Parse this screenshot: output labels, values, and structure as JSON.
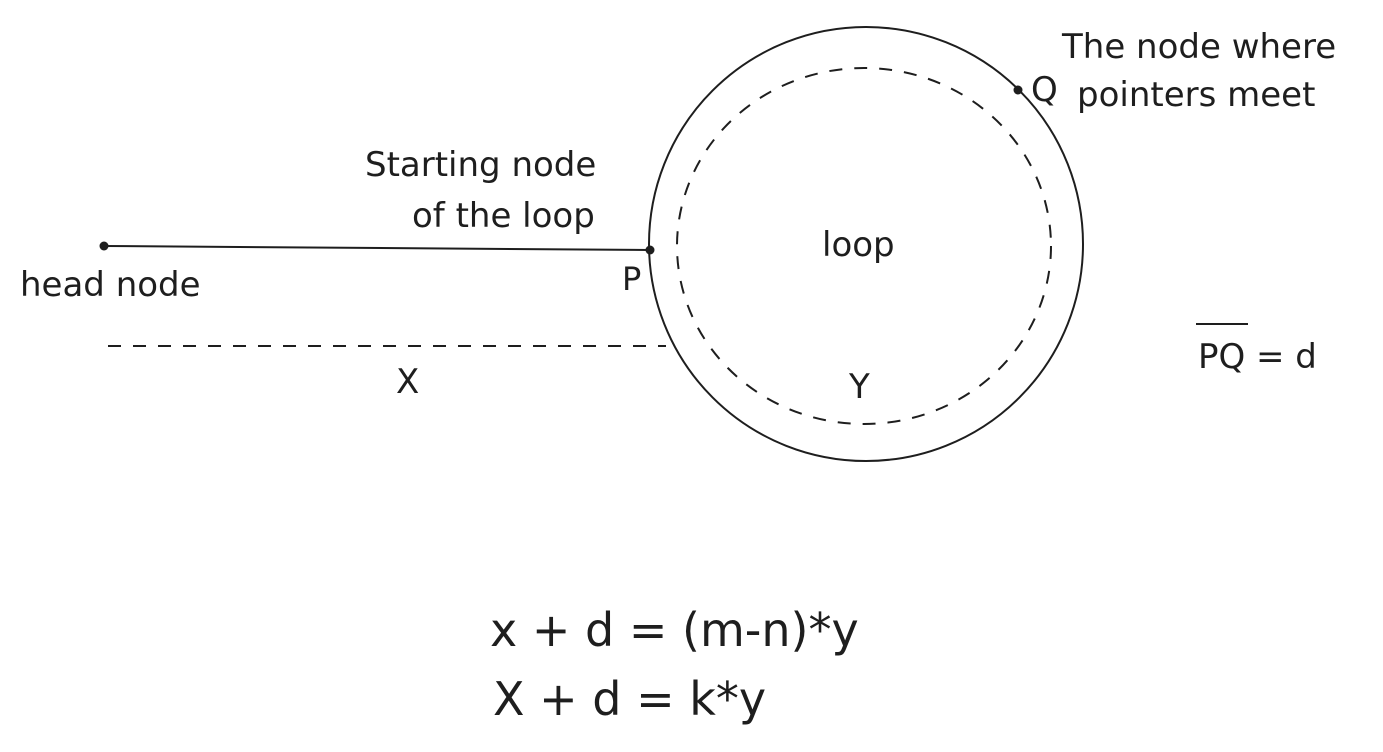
{
  "labels": {
    "head_node": "head node",
    "starting_node_line1": "Starting node",
    "starting_node_line2": "of the loop",
    "p": "P",
    "q": "Q",
    "meet_line1": "The node where",
    "meet_line2": "pointers meet",
    "loop": "loop",
    "x": "X",
    "y": "Y",
    "pq_bar": "PQ",
    "pq_rest": " = d"
  },
  "equations": {
    "line1": "x + d = (m-n)*y",
    "line2": "X + d = k*y"
  },
  "colors": {
    "ink": "#1e1e1e",
    "background": "#ffffff"
  }
}
